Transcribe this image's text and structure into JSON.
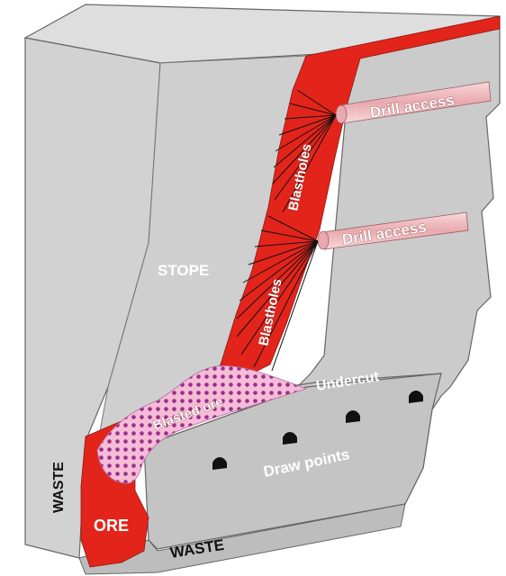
{
  "labels": {
    "stope": "STOPE",
    "blastholes_upper": "Blastholes",
    "blastholes_lower": "Blastholes",
    "drill_access_upper": "Drill access",
    "drill_access_lower": "Drill access",
    "undercut": "Undercut",
    "blasted_ore": "Blasted ore",
    "draw_points": "Draw points",
    "waste_left": "WASTE",
    "waste_bottom": "WASTE",
    "ore": "ORE"
  },
  "colors": {
    "rock_front": "#c8c8c8",
    "rock_light": "#dcdcdc",
    "rock_dark": "#a8a8a8",
    "ore_red": "#e3241b",
    "blasted_pink": "#f4bcd6",
    "blasted_dot": "#9b2d8a",
    "tunnel_pink": "#f2c9cc",
    "outline": "#555555"
  }
}
